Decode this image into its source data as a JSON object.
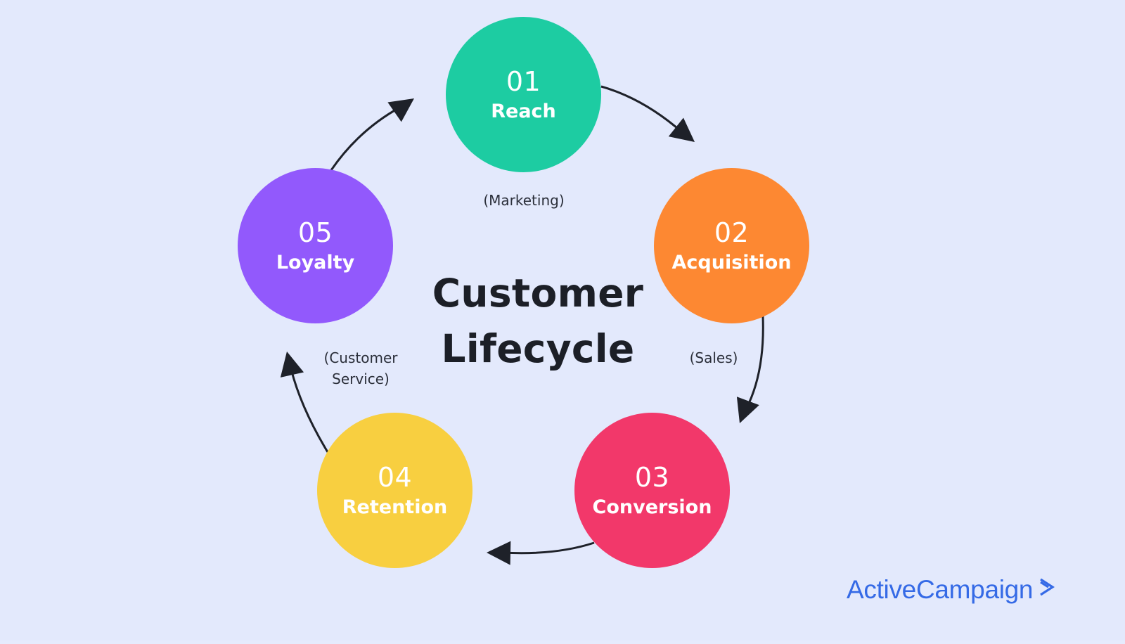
{
  "title": {
    "line1": "Customer",
    "line2": "Lifecycle"
  },
  "stages": [
    {
      "number": "01",
      "name": "Reach",
      "color": "#1dcca2"
    },
    {
      "number": "02",
      "name": "Acquisition",
      "color": "#fd8832"
    },
    {
      "number": "03",
      "name": "Conversion",
      "color": "#f2386a"
    },
    {
      "number": "04",
      "name": "Retention",
      "color": "#f8cf40"
    },
    {
      "number": "05",
      "name": "Loyalty",
      "color": "#9259fc"
    }
  ],
  "departments": {
    "marketing": "(Marketing)",
    "sales": "(Sales)",
    "customer_service_line1": "(Customer",
    "customer_service_line2": "Service)"
  },
  "flow": [
    "01 → 02",
    "02 → 03",
    "03 → 04",
    "04 → 05",
    "05 → 01"
  ],
  "brand": {
    "name": "ActiveCampaign",
    "icon": "chevron-right-icon",
    "color": "#356ae6"
  },
  "colors": {
    "background": "#e3e9fc",
    "text_dark": "#1c1f27",
    "arrow": "#1e2129"
  }
}
